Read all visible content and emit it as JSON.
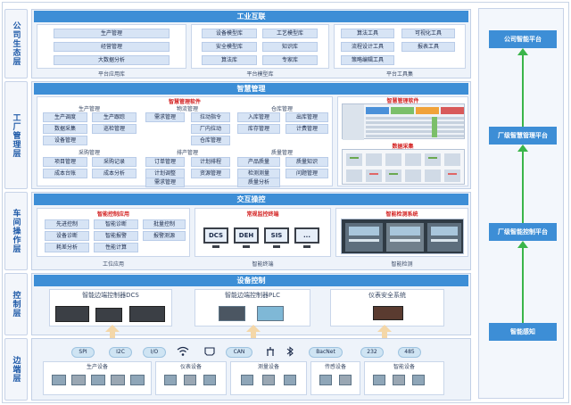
{
  "layers": {
    "company": {
      "side": "公司生态层",
      "bar": "工业互联",
      "apps": [
        "生产管理",
        "经营管理",
        "大数据分析"
      ],
      "apps_caption": "平台应用库",
      "models": [
        "设备模型库",
        "工艺模型库",
        "安全模型库",
        "知识库",
        "算法库",
        "专家库"
      ],
      "models_caption": "平台模型库",
      "tools": [
        "算法工具",
        "可视化工具",
        "流程设计工具",
        "报表工具",
        "策略编辑工具"
      ],
      "tools_caption": "平台工具集"
    },
    "factory": {
      "side": "工厂管理层",
      "bar": "智慧管理",
      "software_title": "智慧管理软件",
      "production": {
        "title": "生产管理",
        "items": [
          "生产调度",
          "生产跟踪",
          "数据采集",
          "巡检管理",
          "设备管理"
        ]
      },
      "logistics": {
        "title": "物流管理",
        "items": [
          "需求管理",
          "拉动指令",
          "厂内拉动",
          "仓库管理"
        ]
      },
      "warehouse": {
        "title": "仓库管理",
        "items": [
          "入库管理",
          "出库管理",
          "库存管理",
          "计费管理"
        ]
      },
      "purchase": {
        "title": "采购管理",
        "items": [
          "项目管理",
          "采购记录",
          "成本台账",
          "成本分析"
        ]
      },
      "schedule": {
        "title": "排产管理",
        "items": [
          "订单管理",
          "计划排程",
          "计划调整",
          "资源管理",
          "需求管理"
        ]
      },
      "quality": {
        "title": "质量管理",
        "items": [
          "产品质量",
          "质量知识",
          "检测测量",
          "问题管理",
          "质量分析"
        ]
      },
      "screen1_title": "智慧管理软件",
      "screen2_title": "数据采集"
    },
    "workshop": {
      "side": "车间操作层",
      "bar": "交互操控",
      "app_title": "智能控制应用",
      "app_items": [
        "先进控制",
        "智能诊断",
        "批量控制",
        "设备诊断",
        "智能报警",
        "报警测源",
        "耗差分析",
        "性能计算"
      ],
      "app_caption": "工位应用",
      "terminal_title": "常规监控终端",
      "terminals": [
        "DCS",
        "DEH",
        "SIS",
        "..."
      ],
      "terminal_caption": "智能终端",
      "detect_title": "智能检测系统",
      "detect_caption": "智能检测"
    },
    "control": {
      "side": "控制层",
      "bar": "设备控制",
      "dcs": "智能边端控制器DCS",
      "plc": "智能边端控制器PLC",
      "safety": "仪表安全系统"
    },
    "edge": {
      "side": "边端层",
      "protocols": [
        "SPI",
        "I2C",
        "I/O",
        "CAN",
        "BacNet",
        "232",
        "485"
      ],
      "devices": [
        "生产设备",
        "仪表设备",
        "测量设备",
        "传感设备",
        "智能设备"
      ]
    }
  },
  "right": {
    "boxes": [
      "公司智能平台",
      "厂级智慧管理平台",
      "厂级智能控制平台",
      "智能感知"
    ]
  }
}
